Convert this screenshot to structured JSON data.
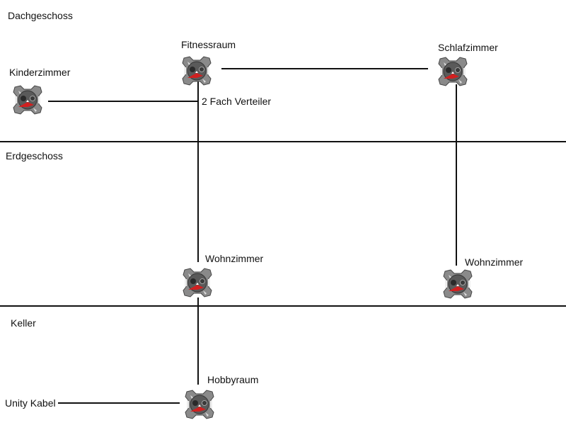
{
  "floors": {
    "dachgeschoss": "Dachgeschoss",
    "erdgeschoss": "Erdgeschoss",
    "keller": "Keller"
  },
  "rooms": {
    "kinderzimmer": "Kinderzimmer",
    "fitnessraum": "Fitnessraum",
    "schlafzimmer": "Schlafzimmer",
    "wohnzimmer_left": "Wohnzimmer",
    "wohnzimmer_right": "Wohnzimmer",
    "hobbyraum": "Hobbyraum"
  },
  "annotations": {
    "splitter": "2 Fach Verteiler",
    "source": "Unity Kabel"
  },
  "icons": {
    "socket": "antenna-socket-icon"
  },
  "colors": {
    "line": "#111111",
    "socket_body": "#5a5a5a",
    "socket_accent": "#d02020"
  }
}
